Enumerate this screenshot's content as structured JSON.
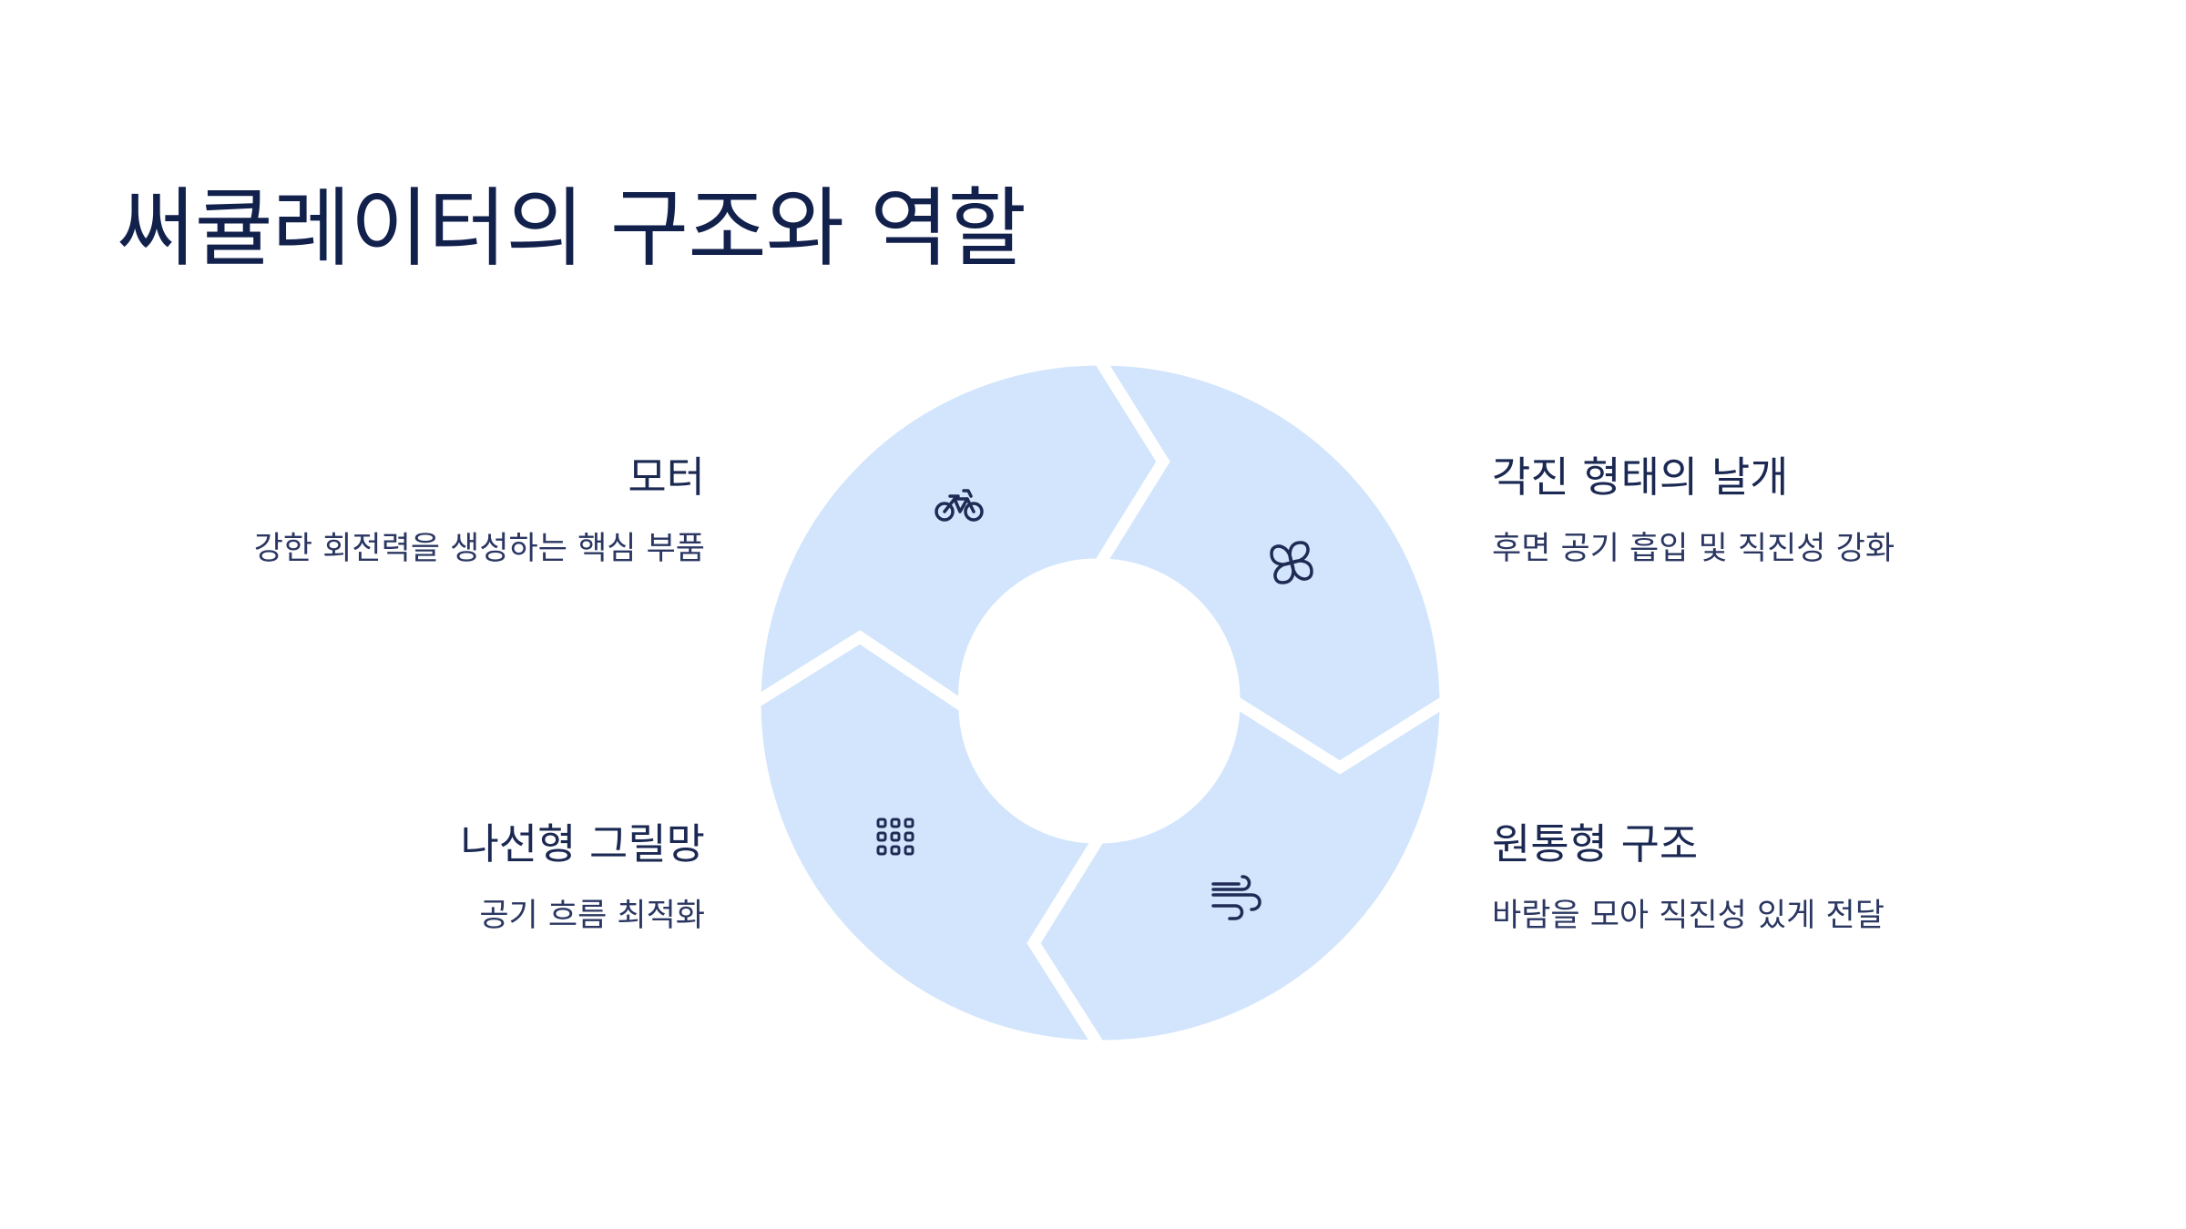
{
  "title": "써큘레이터의 구조와 역할",
  "colors": {
    "segment": "#d2e5fc",
    "text": "#17254f",
    "gap": "#ffffff"
  },
  "segments": [
    {
      "heading": "모터",
      "description": "강한 회전력을 생성하는 핵심 부품",
      "icon": "bicycle-icon"
    },
    {
      "heading": "각진 형태의 날개",
      "description": "후면 공기 흡입 및 직진성 강화",
      "icon": "fan-blade-icon"
    },
    {
      "heading": "나선형 그릴망",
      "description": "공기 흐름 최적화",
      "icon": "grid-icon"
    },
    {
      "heading": "원통형 구조",
      "description": "바람을 모아 직진성 있게 전달",
      "icon": "wind-icon"
    }
  ]
}
